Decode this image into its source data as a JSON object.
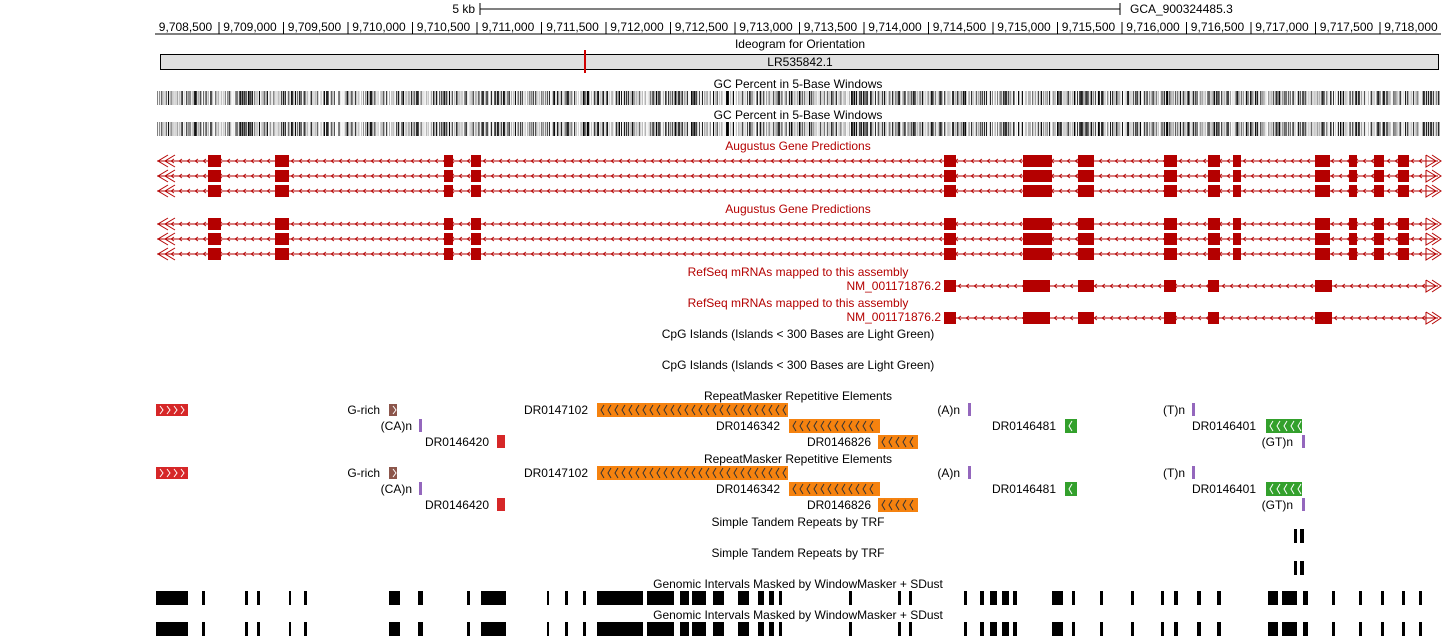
{
  "scale": {
    "label": "5 kb",
    "assembly": "GCA_900324485.3"
  },
  "ruler": {
    "ticks": [
      "9,708,500",
      "9,709,000",
      "9,709,500",
      "9,710,000",
      "9,710,500",
      "9,711,000",
      "9,711,500",
      "9,712,000",
      "9,712,500",
      "9,713,000",
      "9,713,500",
      "9,714,000",
      "9,714,500",
      "9,715,000",
      "9,715,500",
      "9,716,000",
      "9,716,500",
      "9,717,000",
      "9,717,500",
      "9,718,000"
    ]
  },
  "ideogram": {
    "title": "Ideogram for Orientation",
    "chromosome": "LR535842.1"
  },
  "tracks": {
    "gc_title_1": "GC Percent in 5-Base Windows",
    "gc_title_2": "GC Percent in 5-Base Windows",
    "augustus_title_1": "Augustus Gene Predictions",
    "augustus_title_2": "Augustus Gene Predictions",
    "refseq_title_1": "RefSeq mRNAs mapped to this assembly",
    "refseq_label_1": "NM_001171876.2",
    "refseq_title_2": "RefSeq mRNAs mapped to this assembly",
    "refseq_label_2": "NM_001171876.2",
    "cpg_title_1": "CpG Islands (Islands < 300 Bases are Light Green)",
    "cpg_title_2": "CpG Islands (Islands < 300 Bases are Light Green)",
    "rmsk_title_1": "RepeatMasker Repetitive Elements",
    "rmsk_title_2": "RepeatMasker Repetitive Elements",
    "trf_title_1": "Simple Tandem Repeats by TRF",
    "trf_title_2": "Simple Tandem Repeats by TRF",
    "wm_title_1": "Genomic Intervals Masked by WindowMasker + SDust",
    "wm_title_2": "Genomic Intervals Masked by WindowMasker + SDust"
  },
  "repeat_labels": {
    "g_rich": "G-rich",
    "ca_n": "(CA)n",
    "dr0146420": "DR0146420",
    "dr0147102": "DR0147102",
    "dr0146342": "DR0146342",
    "dr0146826": "DR0146826",
    "a_n": "(A)n",
    "dr0146481": "DR0146481",
    "t_n": "(T)n",
    "dr0146401": "DR0146401",
    "gt_n": "(GT)n"
  },
  "colors": {
    "gene": "#b40000",
    "repeat_orange": "#f5820f",
    "repeat_green": "#33a02c",
    "repeat_red": "#d62728",
    "repeat_brown": "#8c564b",
    "repeat_purple": "#9467bd",
    "ideogram_fill": "#e0e0e0",
    "ideogram_marker": "#d00000"
  }
}
